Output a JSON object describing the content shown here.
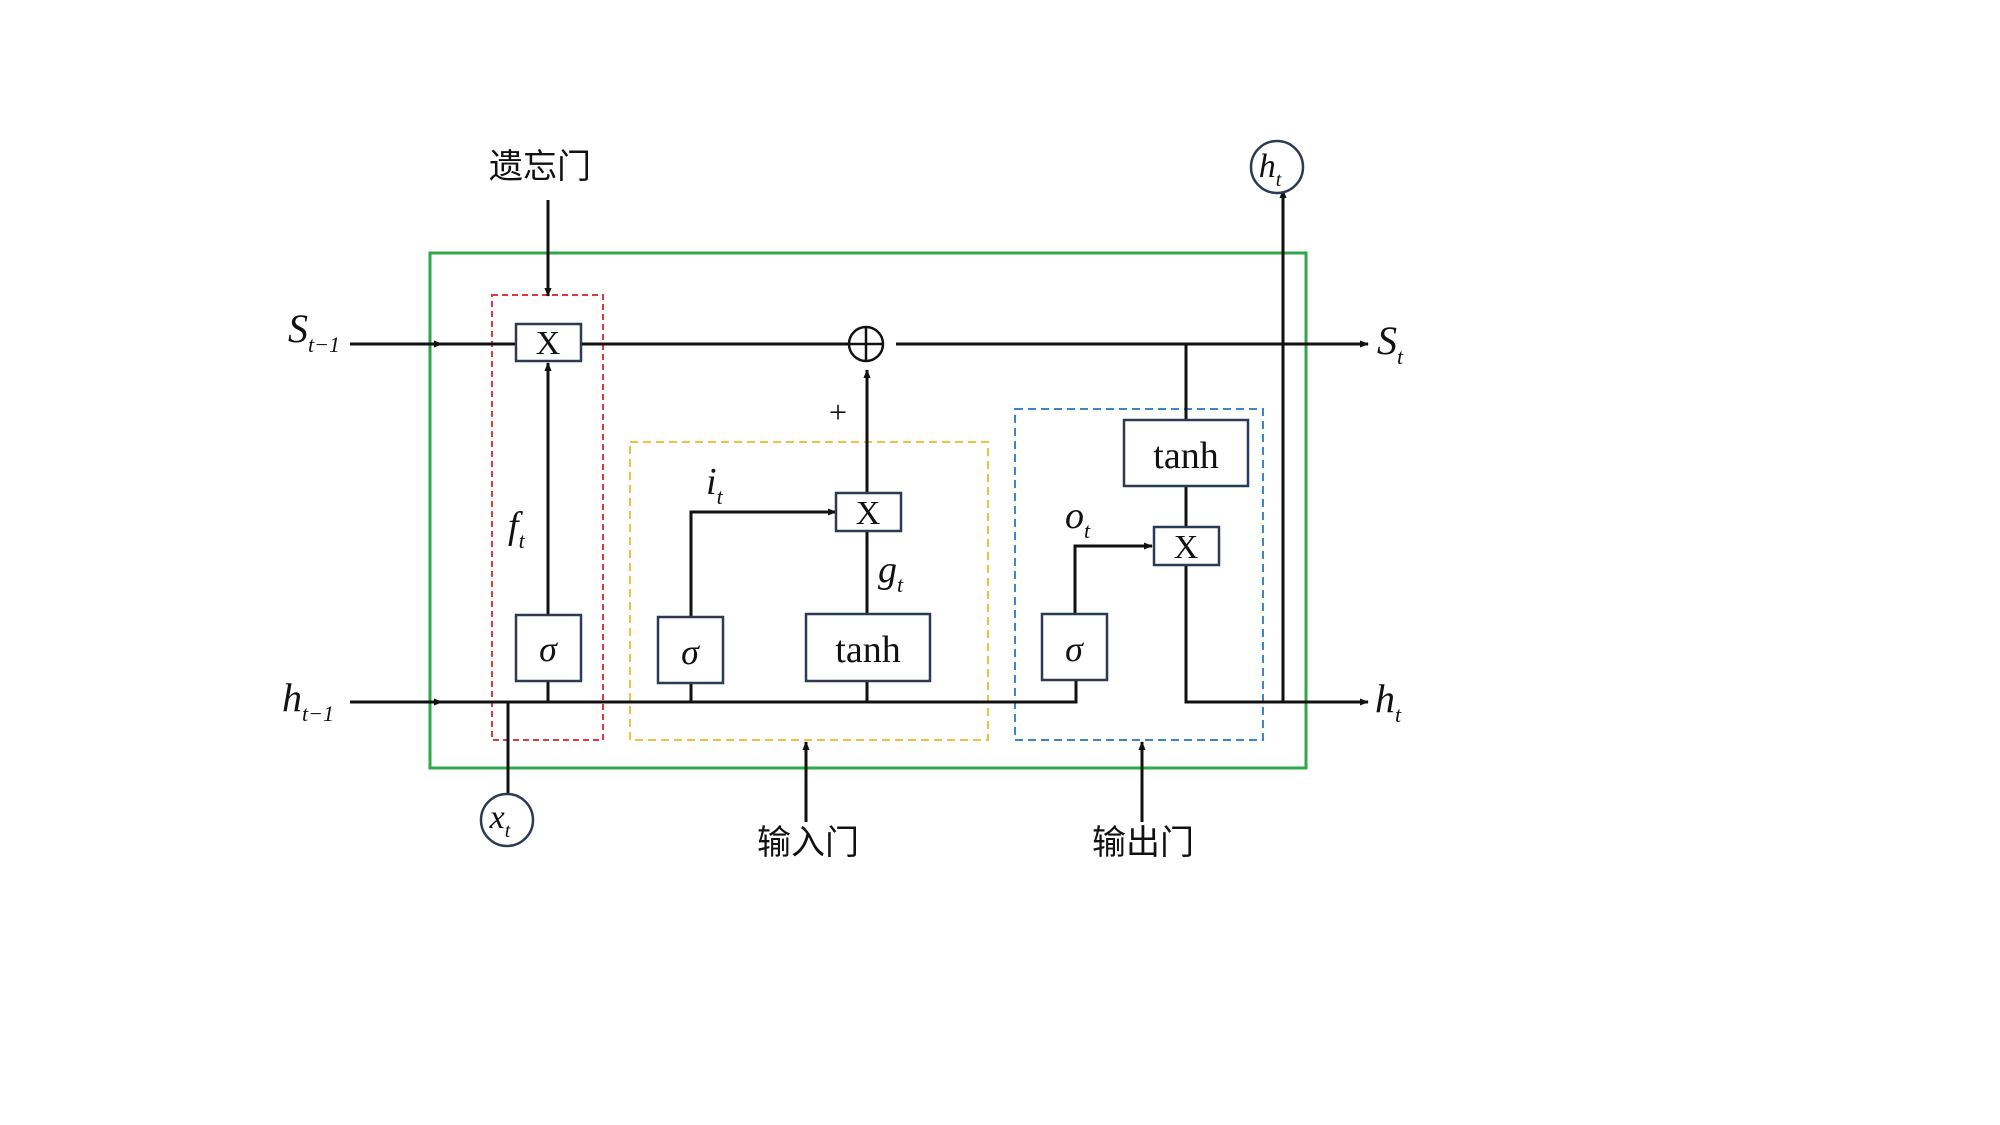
{
  "labels": {
    "forget_gate": "遗忘门",
    "input_gate": "输入门",
    "output_gate": "输出门",
    "plus_sign": "+",
    "cell_in": {
      "base": "S",
      "sub": "t−1"
    },
    "cell_out": {
      "base": "S",
      "sub": "t"
    },
    "hidden_in": {
      "base": "h",
      "sub": "t−1"
    },
    "hidden_out": {
      "base": "h",
      "sub": "t"
    },
    "hidden_top": {
      "base": "h",
      "sub": "t"
    },
    "input_x": {
      "base": "x",
      "sub": "t"
    },
    "f_t": {
      "base": "f",
      "sub": "t"
    },
    "i_t": {
      "base": "i",
      "sub": "t"
    },
    "g_t": {
      "base": "g",
      "sub": "t"
    },
    "o_t": {
      "base": "o",
      "sub": "t"
    }
  },
  "boxes": {
    "mult_forget": "X",
    "mult_input": "X",
    "mult_output": "X",
    "sigma_forget": "σ",
    "sigma_input": "σ",
    "sigma_output": "σ",
    "tanh_input": "tanh",
    "tanh_output": "tanh",
    "add_op": "⊕"
  },
  "colors": {
    "cell_border": "#2ea84a",
    "forget_gate_border": "#e0393c",
    "input_gate_border": "#f2c040",
    "output_gate_border": "#3f86c6",
    "line": "#111111",
    "box_border": "#2b3a55"
  }
}
